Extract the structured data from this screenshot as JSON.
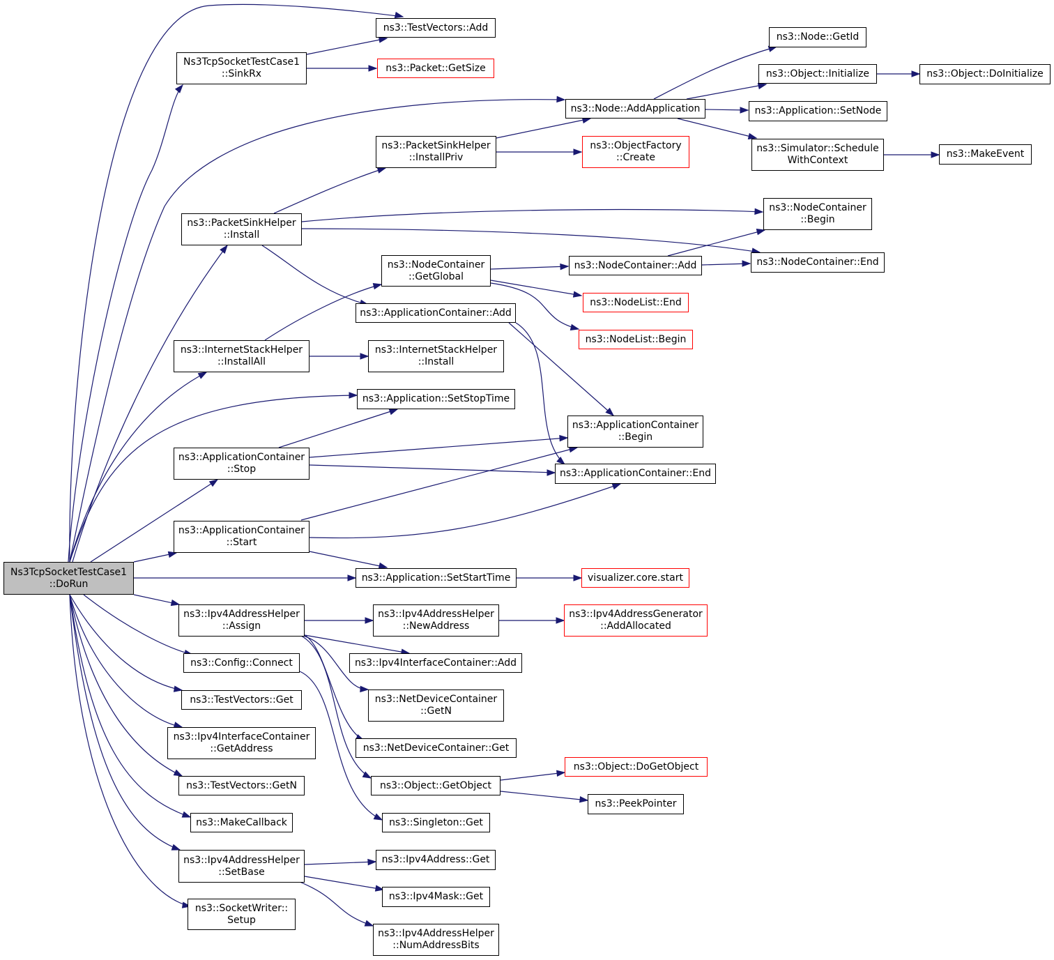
{
  "colors": {
    "edge": "#191970",
    "root_fill": "#bfbfbf",
    "red_border": "#ff0000",
    "border": "#000000"
  },
  "nodes": {
    "dorun": [
      "Ns3TcpSocketTestCase1",
      "::DoRun"
    ],
    "tv_add": [
      "ns3::TestVectors::Add"
    ],
    "sinkrx": [
      "Ns3TcpSocketTestCase1",
      "::SinkRx"
    ],
    "pkt_getsize": [
      "ns3::Packet::GetSize"
    ],
    "node_getid": [
      "ns3::Node::GetId"
    ],
    "obj_init": [
      "ns3::Object::Initialize"
    ],
    "obj_doinit": [
      "ns3::Object::DoInitialize"
    ],
    "node_addapp": [
      "ns3::Node::AddApplication"
    ],
    "app_setnode": [
      "ns3::Application::SetNode"
    ],
    "sim_sched": [
      "ns3::Simulator::Schedule",
      "WithContext"
    ],
    "makeevent": [
      "ns3::MakeEvent"
    ],
    "psh_installpriv": [
      "ns3::PacketSinkHelper",
      "::InstallPriv"
    ],
    "objfactory_create": [
      "ns3::ObjectFactory",
      "::Create"
    ],
    "psh_install": [
      "ns3::PacketSinkHelper",
      "::Install"
    ],
    "nc_begin": [
      "ns3::NodeContainer",
      "::Begin"
    ],
    "nc_getglobal": [
      "ns3::NodeContainer",
      "::GetGlobal"
    ],
    "nc_add": [
      "ns3::NodeContainer::Add"
    ],
    "nc_end": [
      "ns3::NodeContainer::End"
    ],
    "nl_end": [
      "ns3::NodeList::End"
    ],
    "ac_add": [
      "ns3::ApplicationContainer::Add"
    ],
    "nl_begin": [
      "ns3::NodeList::Begin"
    ],
    "ish_installall": [
      "ns3::InternetStackHelper",
      "::InstallAll"
    ],
    "ish_install": [
      "ns3::InternetStackHelper",
      "::Install"
    ],
    "app_setstoptime": [
      "ns3::Application::SetStopTime"
    ],
    "ac_begin": [
      "ns3::ApplicationContainer",
      "::Begin"
    ],
    "ac_stop": [
      "ns3::ApplicationContainer",
      "::Stop"
    ],
    "ac_end": [
      "ns3::ApplicationContainer::End"
    ],
    "ac_start": [
      "ns3::ApplicationContainer",
      "::Start"
    ],
    "app_setstarttime": [
      "ns3::Application::SetStartTime"
    ],
    "viz_start": [
      "visualizer.core.start"
    ],
    "ipv4ah_assign": [
      "ns3::Ipv4AddressHelper",
      "::Assign"
    ],
    "ipv4ah_newaddr": [
      "ns3::Ipv4AddressHelper",
      "::NewAddress"
    ],
    "ipv4ag_addalloc": [
      "ns3::Ipv4AddressGenerator",
      "::AddAllocated"
    ],
    "config_connect": [
      "ns3::Config::Connect"
    ],
    "ipv4ic_add": [
      "ns3::Ipv4InterfaceContainer::Add"
    ],
    "tv_get": [
      "ns3::TestVectors::Get"
    ],
    "ndc_getn": [
      "ns3::NetDeviceContainer",
      "::GetN"
    ],
    "ipv4ic_getaddr": [
      "ns3::Ipv4InterfaceContainer",
      "::GetAddress"
    ],
    "ndc_get": [
      "ns3::NetDeviceContainer::Get"
    ],
    "obj_dogetobject": [
      "ns3::Object::DoGetObject"
    ],
    "tv_getn": [
      "ns3::TestVectors::GetN"
    ],
    "obj_getobject": [
      "ns3::Object::GetObject"
    ],
    "peekpointer": [
      "ns3::PeekPointer"
    ],
    "makecallback": [
      "ns3::MakeCallback"
    ],
    "singleton_get": [
      "ns3::Singleton::Get"
    ],
    "ipv4ah_setbase": [
      "ns3::Ipv4AddressHelper",
      "::SetBase"
    ],
    "ipv4addr_get": [
      "ns3::Ipv4Address::Get"
    ],
    "ipv4mask_get": [
      "ns3::Ipv4Mask::Get"
    ],
    "sw_setup": [
      "ns3::SocketWriter::",
      "Setup"
    ],
    "ipv4ah_numbits": [
      "ns3::Ipv4AddressHelper",
      "::NumAddressBits"
    ]
  },
  "red_nodes": [
    "pkt_getsize",
    "objfactory_create",
    "nl_end",
    "nl_begin",
    "viz_start",
    "ipv4ag_addalloc",
    "obj_dogetobject"
  ]
}
